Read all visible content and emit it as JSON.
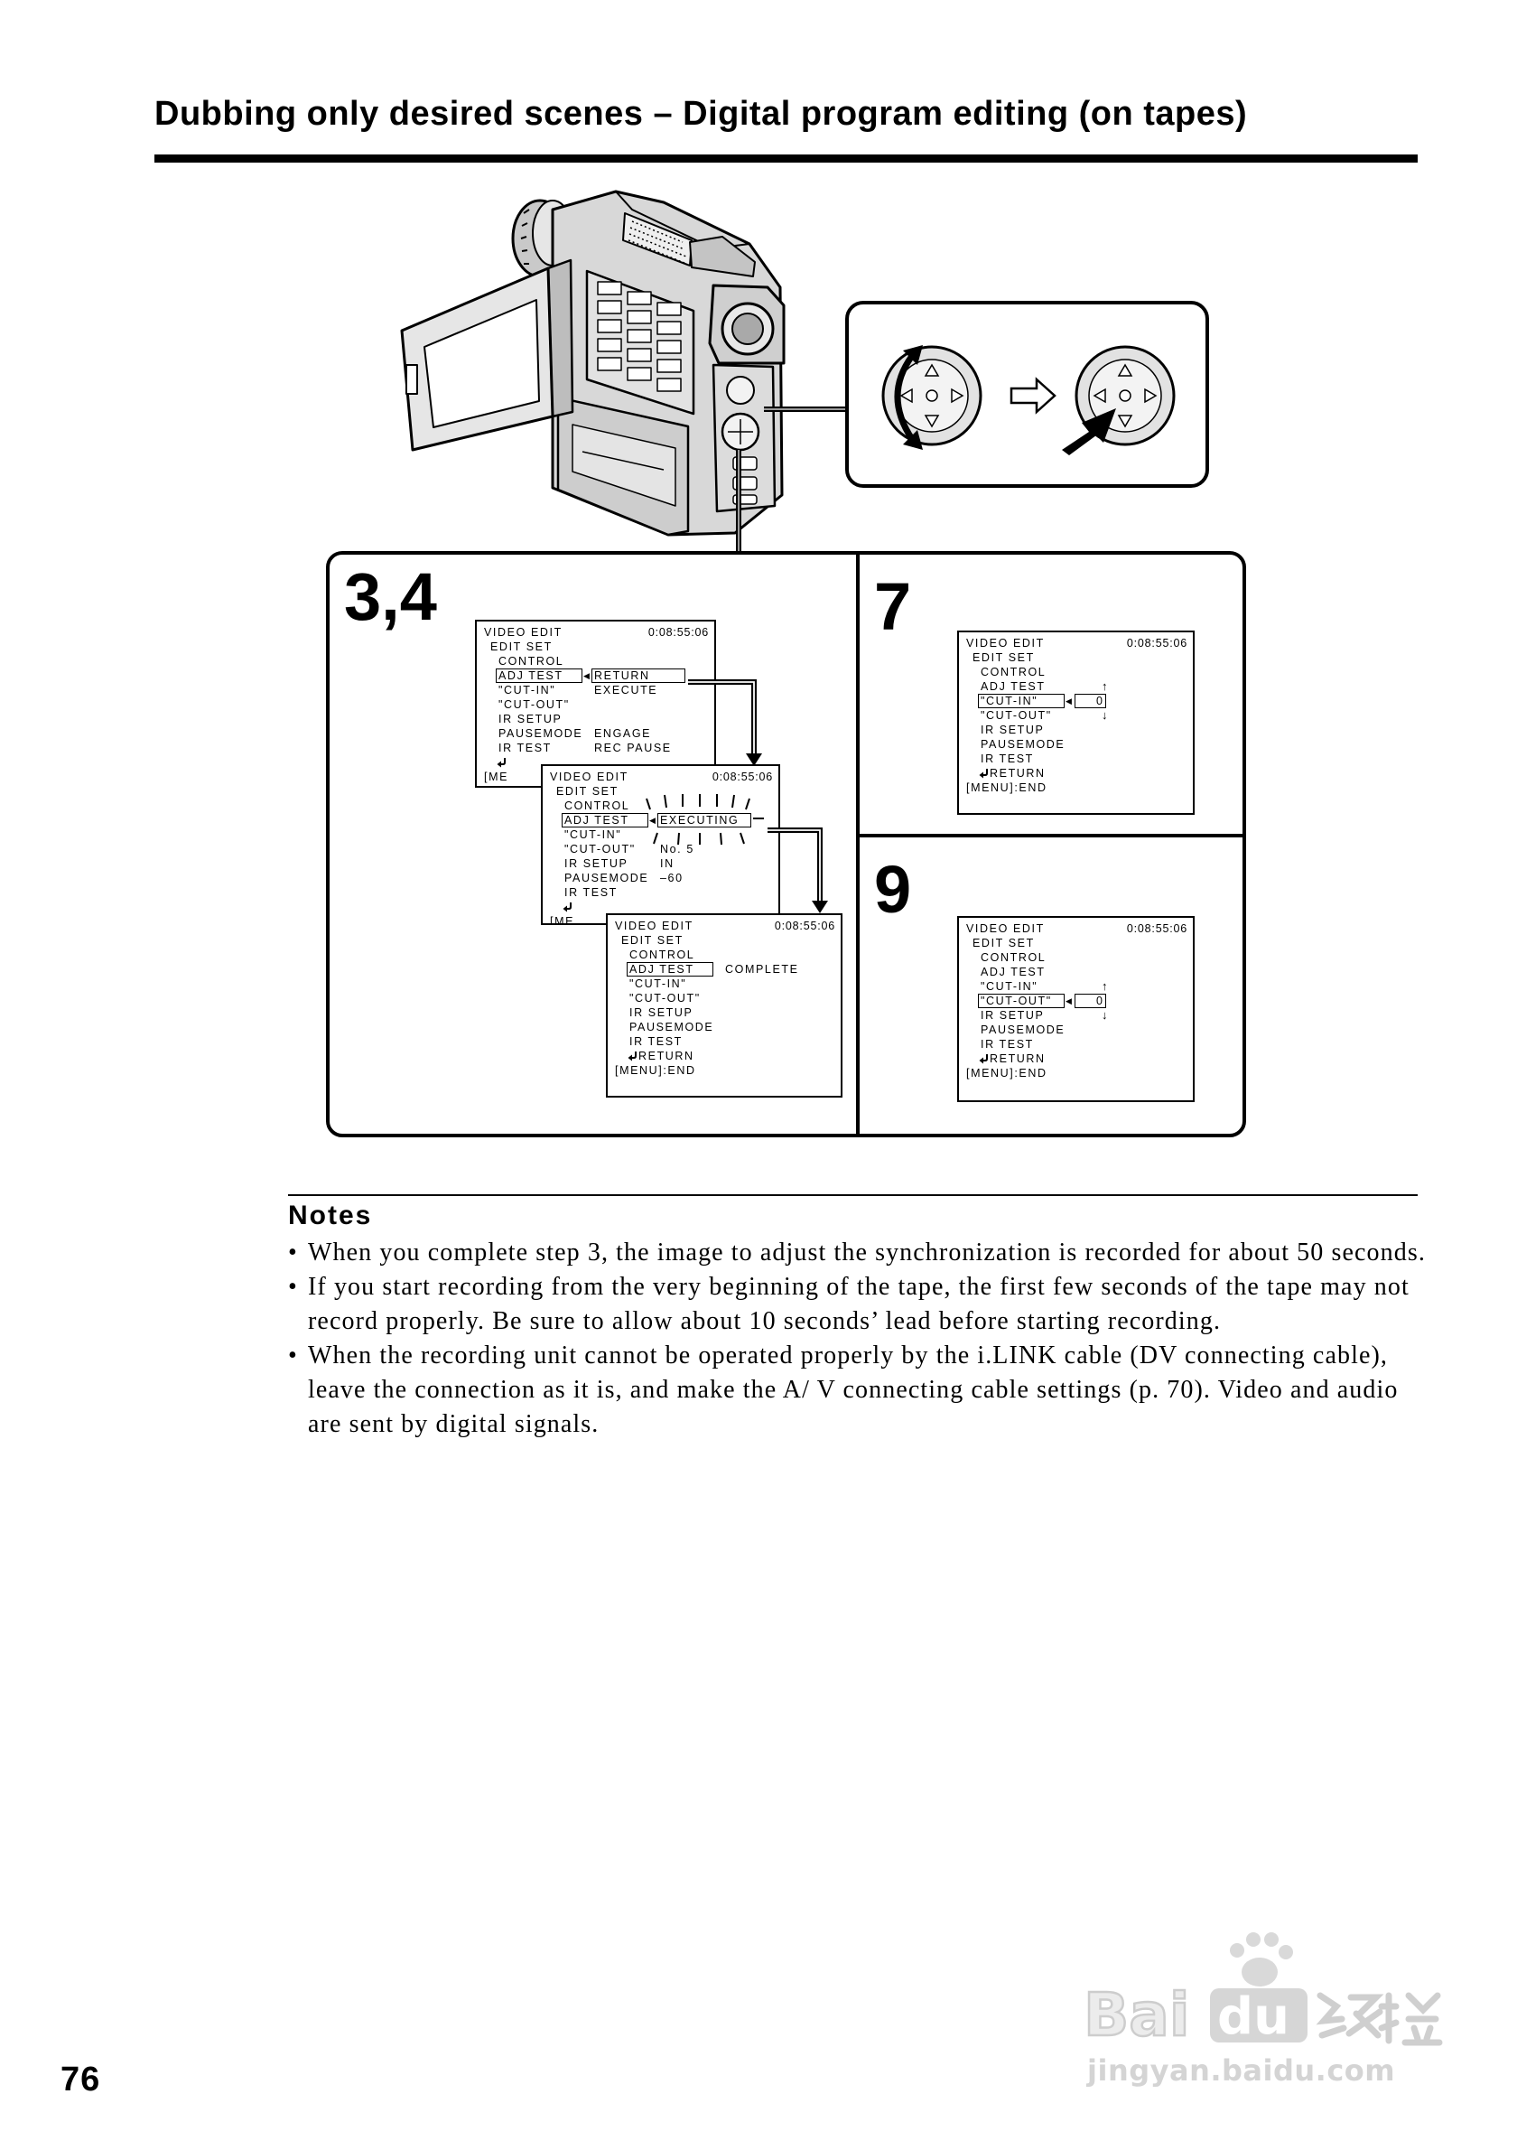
{
  "header": {
    "title": "Dubbing only desired scenes – Digital program editing (on tapes)"
  },
  "figure": {
    "panels": [
      {
        "step": "3,4",
        "screens": [
          {
            "title": "VIDEO EDIT",
            "time": "0:08:55:06",
            "lines": [
              {
                "kind": "group",
                "label": "EDIT SET"
              },
              {
                "kind": "item",
                "label": "CONTROL"
              },
              {
                "kind": "item",
                "label": "ADJ TEST",
                "label_boxed": true,
                "pointer": "◀",
                "value": "RETURN",
                "value_boxed": true
              },
              {
                "kind": "item",
                "label": "\"CUT-IN\"",
                "value": "EXECUTE"
              },
              {
                "kind": "item",
                "label": "\"CUT-OUT\""
              },
              {
                "kind": "item",
                "label": "IR SETUP"
              },
              {
                "kind": "item",
                "label": "PAUSEMODE",
                "value": "ENGAGE"
              },
              {
                "kind": "item",
                "label": "IR TEST",
                "value": "REC PAUSE"
              },
              {
                "kind": "item",
                "icon": "return-icon"
              },
              {
                "kind": "footer",
                "label": "[ME"
              }
            ]
          },
          {
            "title": "VIDEO EDIT",
            "time": "0:08:55:06",
            "lines": [
              {
                "kind": "group",
                "label": "EDIT SET"
              },
              {
                "kind": "item",
                "label": "CONTROL"
              },
              {
                "kind": "item",
                "label": "ADJ TEST",
                "label_boxed": true,
                "pointer": "◀",
                "value": "EXECUTING",
                "value_boxed": true,
                "flashing": true
              },
              {
                "kind": "item",
                "label": "\"CUT-IN\""
              },
              {
                "kind": "item",
                "label": "\"CUT-OUT\"",
                "value": "No. 5"
              },
              {
                "kind": "item",
                "label": "IR SETUP",
                "value": "IN"
              },
              {
                "kind": "item",
                "label": "PAUSEMODE",
                "value": "–60"
              },
              {
                "kind": "item",
                "label": "IR TEST"
              },
              {
                "kind": "item",
                "icon": "return-icon"
              },
              {
                "kind": "footer",
                "label": "[ME"
              }
            ]
          },
          {
            "title": "VIDEO EDIT",
            "time": "0:08:55:06",
            "lines": [
              {
                "kind": "group",
                "label": "EDIT SET"
              },
              {
                "kind": "item",
                "label": "CONTROL"
              },
              {
                "kind": "item",
                "label": "ADJ TEST",
                "label_boxed": true,
                "value": "COMPLETE"
              },
              {
                "kind": "item",
                "label": "\"CUT-IN\""
              },
              {
                "kind": "item",
                "label": "\"CUT-OUT\""
              },
              {
                "kind": "item",
                "label": "IR SETUP"
              },
              {
                "kind": "item",
                "label": "PAUSEMODE"
              },
              {
                "kind": "item",
                "label": "IR TEST"
              },
              {
                "kind": "item",
                "icon": "return-icon",
                "label": "RETURN"
              },
              {
                "kind": "footer",
                "label": "[MENU]:END"
              }
            ]
          }
        ]
      },
      {
        "step": "7",
        "screens": [
          {
            "title": "VIDEO EDIT",
            "time": "0:08:55:06",
            "lines": [
              {
                "kind": "group",
                "label": "EDIT SET"
              },
              {
                "kind": "item",
                "label": "CONTROL"
              },
              {
                "kind": "item",
                "label": "ADJ TEST",
                "indicator": "↑"
              },
              {
                "kind": "item",
                "label": "\"CUT-IN\"",
                "label_boxed": true,
                "pointer": "◀",
                "setting": "0"
              },
              {
                "kind": "item",
                "label": "\"CUT-OUT\"",
                "indicator": "↓"
              },
              {
                "kind": "item",
                "label": "IR SETUP"
              },
              {
                "kind": "item",
                "label": "PAUSEMODE"
              },
              {
                "kind": "item",
                "label": "IR TEST"
              },
              {
                "kind": "item",
                "icon": "return-icon",
                "label": "RETURN"
              },
              {
                "kind": "footer",
                "label": "[MENU]:END"
              }
            ]
          }
        ]
      },
      {
        "step": "9",
        "screens": [
          {
            "title": "VIDEO EDIT",
            "time": "0:08:55:06",
            "lines": [
              {
                "kind": "group",
                "label": "EDIT SET"
              },
              {
                "kind": "item",
                "label": "CONTROL"
              },
              {
                "kind": "item",
                "label": "ADJ TEST"
              },
              {
                "kind": "item",
                "label": "\"CUT-IN\"",
                "indicator": "↑"
              },
              {
                "kind": "item",
                "label": "\"CUT-OUT\"",
                "label_boxed": true,
                "pointer": "◀",
                "setting": "0"
              },
              {
                "kind": "item",
                "label": "IR SETUP",
                "indicator": "↓"
              },
              {
                "kind": "item",
                "label": "PAUSEMODE"
              },
              {
                "kind": "item",
                "label": "IR TEST"
              },
              {
                "kind": "item",
                "icon": "return-icon",
                "label": "RETURN"
              },
              {
                "kind": "footer",
                "label": "[MENU]:END"
              }
            ]
          }
        ]
      }
    ]
  },
  "notes": {
    "heading": "Notes",
    "bullet": "•",
    "items": [
      "When you complete step 3, the image to adjust the synchronization is recorded for about 50 seconds.",
      "If you start recording from the very beginning of the tape, the first few seconds of the tape may not record properly. Be sure to allow about 10 seconds’ lead before starting recording.",
      "When the recording unit cannot be operated properly by the i.LINK cable (DV connecting cable), leave the connection as it is, and make the A/ V connecting cable settings (p. 70). Video and audio are sent by digital signals."
    ]
  },
  "page_number": "76",
  "watermark": {
    "logo": [
      "Bai",
      "du",
      "经验"
    ],
    "url": "jingyan.baidu.com",
    "color": "#d4d4d4"
  }
}
